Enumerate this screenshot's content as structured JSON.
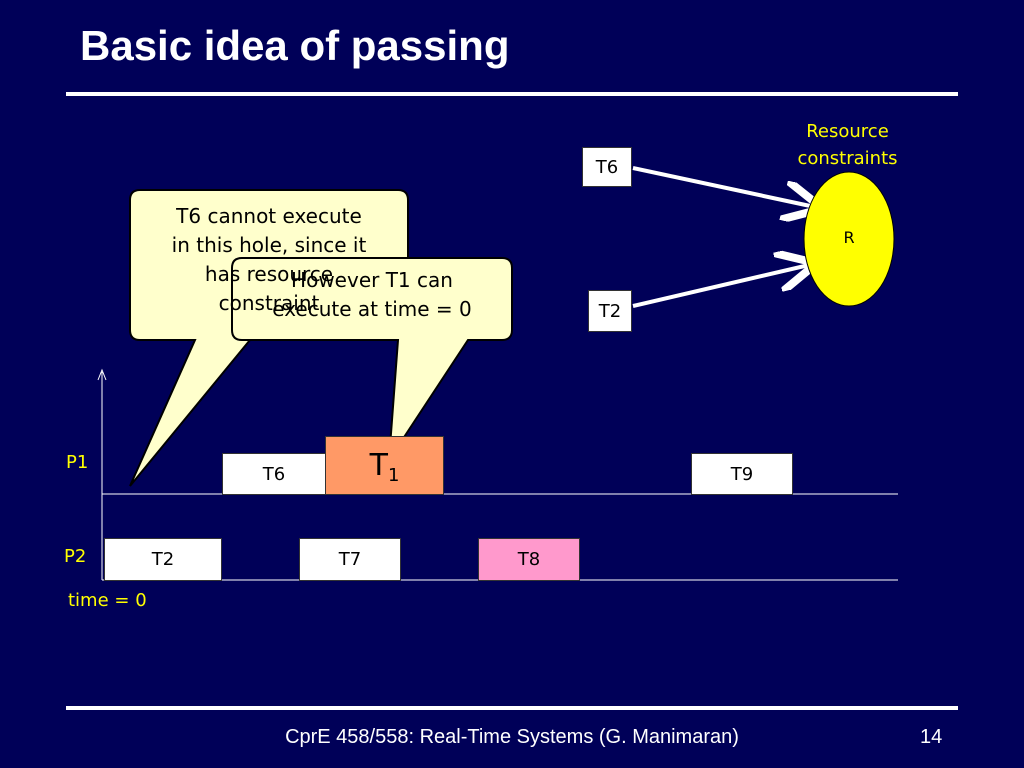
{
  "slide": {
    "title": "Basic idea of passing",
    "footer": "CprE 458/558: Real-Time Systems (G. Manimaran)",
    "page_number": "14"
  },
  "resource_panel": {
    "label": "Resource\nconstraints",
    "resource": "R",
    "tasks": [
      "T6",
      "T2"
    ]
  },
  "callouts": [
    {
      "text": "T6 cannot execute\nin this hole, since it\nhas resource\nconstraint"
    },
    {
      "text": "However T1 can\nexecute at time = 0"
    }
  ],
  "timeline": {
    "processors": [
      "P1",
      "P2"
    ],
    "time_label": "time = 0",
    "p1_tasks": [
      {
        "label": "T6"
      },
      {
        "label": "T",
        "subscript": "1",
        "highlight": true
      },
      {
        "label": "T9"
      }
    ],
    "p2_tasks": [
      {
        "label": "T2"
      },
      {
        "label": "T7"
      },
      {
        "label": "T8",
        "highlight": true
      }
    ]
  },
  "colors": {
    "background": "#000058",
    "accent_text": "#ffff00",
    "resource_fill": "#ffff00",
    "t1_fill": "#ff9966",
    "t8_fill": "#ff99cc",
    "callout_fill": "#ffffcc"
  }
}
